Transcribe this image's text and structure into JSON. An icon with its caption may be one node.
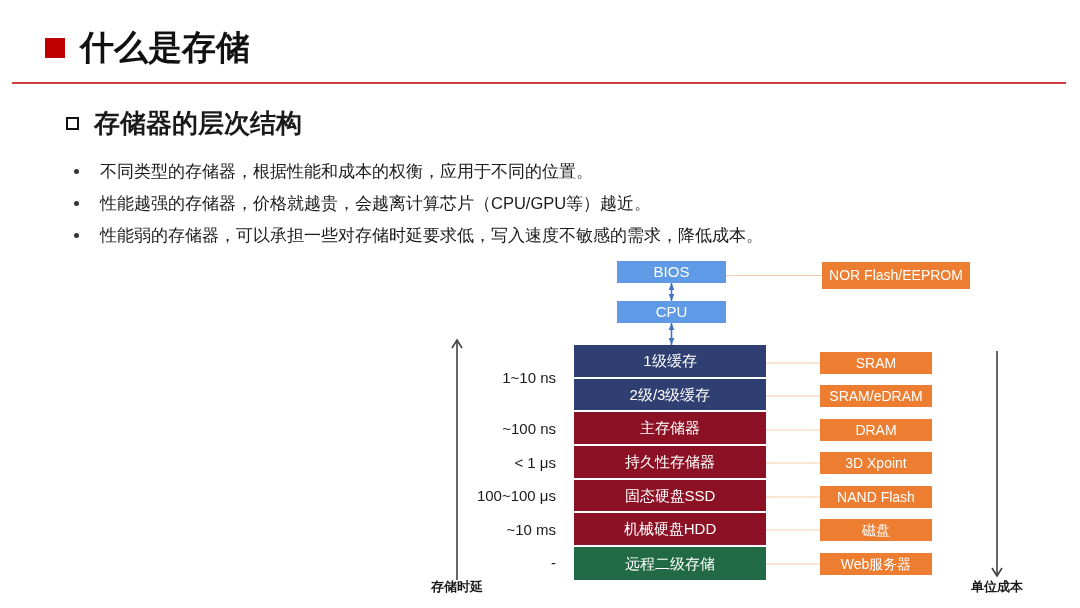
{
  "diagram": {
    "title": "什么是存储",
    "nodes": [
      {
        "text": [
          "BIOS"
        ]
      },
      {
        "text": [
          "CPU"
        ]
      },
      {
        "text": [
          "1级缓存"
        ]
      },
      {
        "text": [
          "2级/3级缓存"
        ]
      },
      {
        "text": [
          "主存储器"
        ]
      },
      {
        "text": [
          "持久性存储器"
        ]
      },
      {
        "text": [
          "固态硬盘SSD"
        ]
      },
      {
        "text": [
          "机械硬盘HDD"
        ]
      },
      {
        "text": [
          "远程二级存储"
        ]
      },
      {
        "text": [
          "NOR Flash/EEPROM"
        ]
      },
      {
        "text": [
          "SRAM"
        ]
      },
      {
        "text": [
          "SRAM/eDRAM"
        ]
      },
      {
        "text": [
          "DRAM"
        ]
      },
      {
        "text": [
          "3D Xpoint"
        ]
      },
      {
        "text": [
          "NAND Flash"
        ]
      },
      {
        "text": [
          "磁盘"
        ]
      },
      {
        "text": [
          "Web服务器"
        ]
      }
    ],
    "edges": [
      {
        "from": 0,
        "to": 1,
        "arrow": "both",
        "color": "#4472c4"
      },
      {
        "from": 1,
        "to": 2,
        "arrow": "both",
        "color": "#4472c4"
      },
      {
        "from": 0,
        "to": 9,
        "arrow": "none"
      },
      {
        "from": 2,
        "to": 10,
        "arrow": "none"
      },
      {
        "from": 3,
        "to": 11,
        "arrow": "none"
      },
      {
        "from": 4,
        "to": 12,
        "arrow": "none"
      },
      {
        "from": 5,
        "to": 13,
        "arrow": "none"
      },
      {
        "from": 6,
        "to": 14,
        "arrow": "none"
      },
      {
        "from": 7,
        "to": 15,
        "arrow": "none"
      },
      {
        "from": 8,
        "to": 16,
        "arrow": "none"
      }
    ],
    "labels": [
      "存储器的层次结构",
      "不同类型的存储器，根据性能和成本的权衡，应用于不同的位置。",
      "性能越强的存储器，价格就越贵，会越离计算芯片（CPU/GPU等）越近。",
      "性能弱的存储器，可以承担一些对存储时延要求低，写入速度不敏感的需求，降低成本。",
      "1~10 ns",
      "~100 ns",
      "< 1 μs",
      "100~100 μs",
      "~10 ms",
      "-",
      "存储时延",
      "单位成本"
    ]
  }
}
